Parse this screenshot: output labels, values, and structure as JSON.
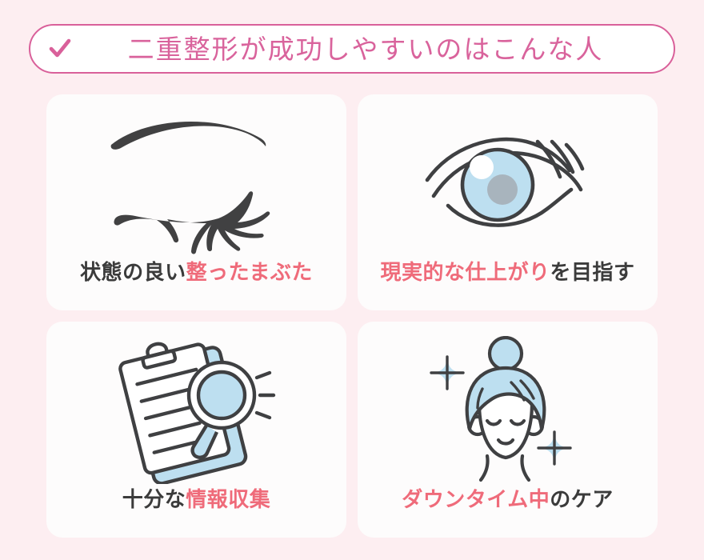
{
  "colors": {
    "page_background": "#fdeef1",
    "card_background": "#fdfcfc",
    "title_pink": "#d9639c",
    "border_pink": "#d9609a",
    "label_pink": "#ef6b7a",
    "label_dark": "#3b3b3b",
    "icon_stroke": "#3f4042",
    "icon_blue": "#bcdff0",
    "icon_gray": "#a8b4bd"
  },
  "header": {
    "check_icon": "check-icon",
    "title": "二重整形が成功しやすいのはこんな人"
  },
  "cards": [
    {
      "icon": "closed-eye-with-eyebrow-icon",
      "label_dark_prefix": "状態の良い",
      "label_pink": "整ったまぶた",
      "label_dark_suffix": "",
      "full_label": "状態の良い整ったまぶた"
    },
    {
      "icon": "open-eye-icon",
      "label_dark_prefix": "",
      "label_pink": "現実的な仕上がり",
      "label_dark_suffix": "を目指す",
      "full_label": "現実的な仕上がりを目指す"
    },
    {
      "icon": "clipboard-magnifier-icon",
      "label_dark_prefix": "十分な",
      "label_pink": "情報収集",
      "label_dark_suffix": "",
      "full_label": "十分な情報収集"
    },
    {
      "icon": "woman-face-sparkle-icon",
      "label_dark_prefix": "",
      "label_pink": "ダウンタイム中",
      "label_dark_suffix": "のケア",
      "full_label": "ダウンタイム中のケア"
    }
  ]
}
